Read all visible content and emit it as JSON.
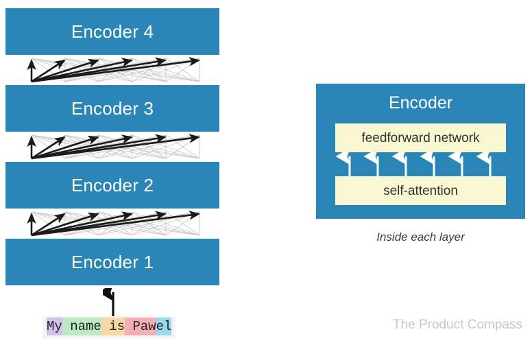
{
  "diagram": {
    "background_color": "#ffffff",
    "accent_blue": "#2b86b8",
    "inner_box_yellow": "#faf8d2"
  },
  "encoder_stack": {
    "bars": [
      {
        "label": "Encoder 4"
      },
      {
        "label": "Encoder 3"
      },
      {
        "label": "Encoder 2"
      },
      {
        "label": "Encoder 1"
      }
    ],
    "attention_blocks": 3,
    "node_count": 6
  },
  "input": {
    "arrow_name": "input-arrow",
    "tokens": [
      {
        "text": "My",
        "color": "#cfc0ec"
      },
      {
        "text": " name",
        "color": "#bde9c4"
      },
      {
        "text": " is",
        "color": "#f6d9a4"
      },
      {
        "text": " Paw",
        "color": "#f3afb4"
      },
      {
        "text": "el",
        "color": "#9bd8f0"
      }
    ]
  },
  "encoder_detail": {
    "title": "Encoder",
    "feedforward_label": "feedforward network",
    "self_attention_label": "self-attention",
    "arrow_count": 6,
    "caption": "Inside each layer"
  },
  "watermark": {
    "text": "The Product Compass"
  }
}
